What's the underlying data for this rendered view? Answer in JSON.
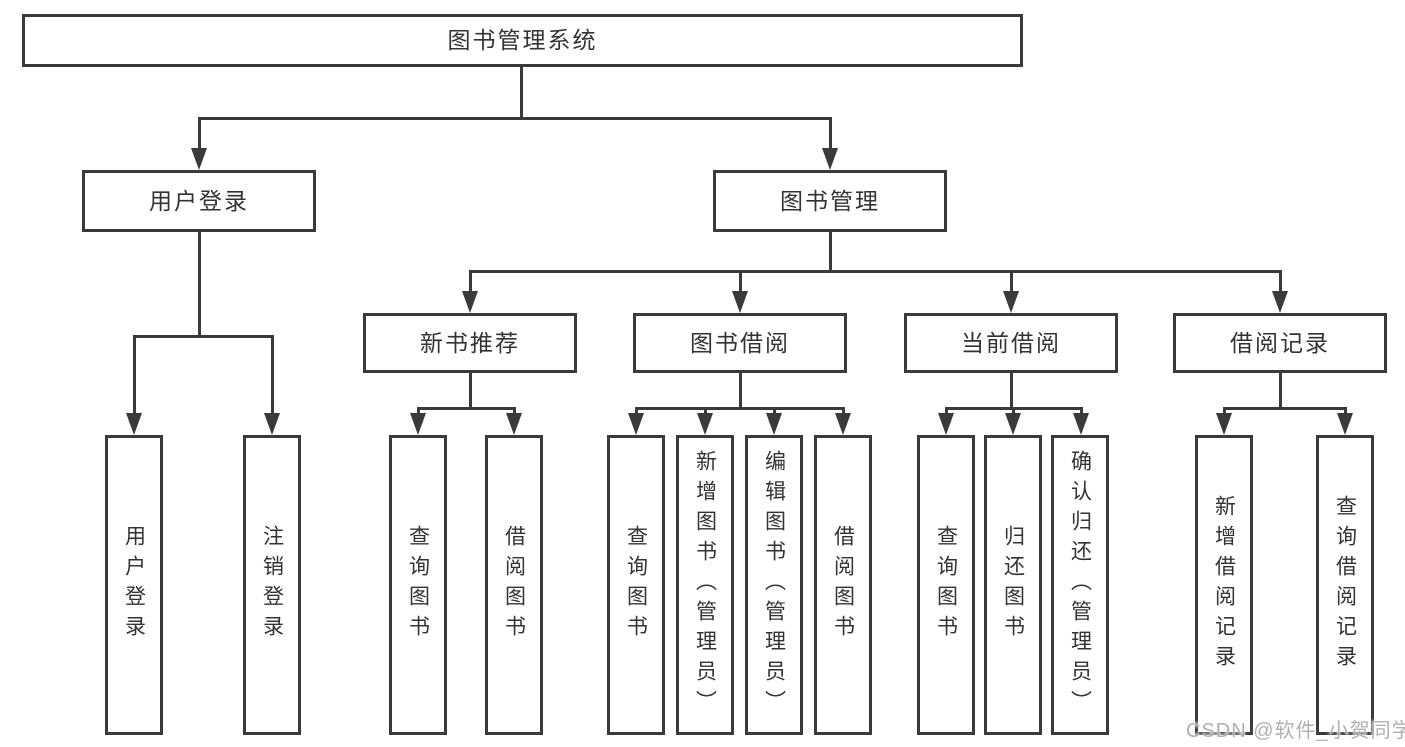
{
  "diagram_type": "tree-diagram",
  "tree": {
    "label": "图书管理系统",
    "children": [
      {
        "label": "用户登录",
        "children": [
          {
            "label": "用户登录"
          },
          {
            "label": "注销登录"
          }
        ]
      },
      {
        "label": "图书管理",
        "children": [
          {
            "label": "新书推荐",
            "children": [
              {
                "label": "查询图书"
              },
              {
                "label": "借阅图书"
              }
            ]
          },
          {
            "label": "图书借阅",
            "children": [
              {
                "label": "查询图书"
              },
              {
                "label": "新增图书（管理员）"
              },
              {
                "label": "编辑图书（管理员）"
              },
              {
                "label": "借阅图书"
              }
            ]
          },
          {
            "label": "当前借阅",
            "children": [
              {
                "label": "查询图书"
              },
              {
                "label": "归还图书"
              },
              {
                "label": "确认归还（管理员）"
              }
            ]
          },
          {
            "label": "借阅记录",
            "children": [
              {
                "label": "新增借阅记录"
              },
              {
                "label": "查询借阅记录"
              }
            ]
          }
        ]
      }
    ]
  },
  "watermark": {
    "text": "CSDN @软件_小贺同学"
  },
  "colors": {
    "line": "#3a3a3a",
    "text": "#333333",
    "background": "#ffffff",
    "watermark": "#b0b0b0"
  }
}
